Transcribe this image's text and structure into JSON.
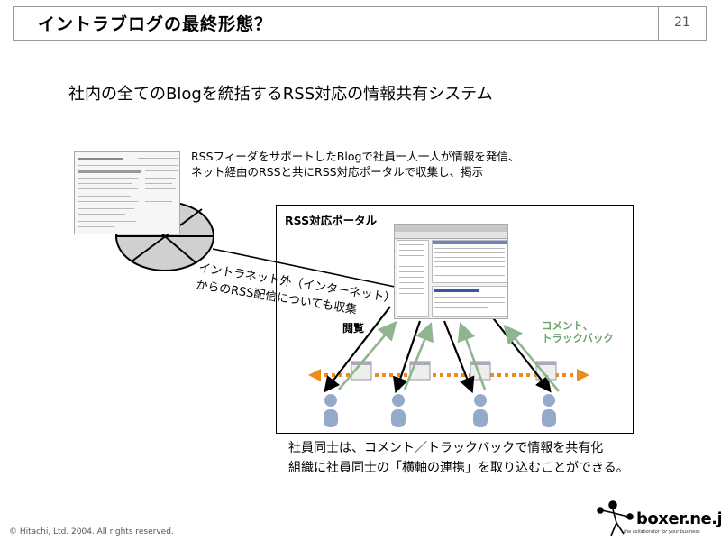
{
  "header": {
    "title": "イントラブログの最終形態？",
    "page_number": "21"
  },
  "subtitle": "社内の全てのBlogを統括するRSS対応の情報共有システム",
  "description": [
    "RSSフィーダをサポートしたBlogで社員一人一人が情報を発信、",
    "ネット経由のRSSと共にRSS対応ポータルで収集し、掲示"
  ],
  "portal": {
    "label": "RSS対応ポータル",
    "view_label": "閲覧",
    "comment_label": [
      "コメント、",
      "トラックバック"
    ]
  },
  "external_note": [
    "イントラネット外（インターネット）",
    "からのRSS配信についても収集"
  ],
  "bottom_text": [
    "社員同士は、コメント／トラックバックで情報を共有化",
    "組織に社員同士の「横軸の連携」を取り込むことができる。"
  ],
  "footer": {
    "copyright": "© Hitachi, Ltd. 2004. All rights reserved.",
    "logo_text": "boxer.ne.jp",
    "logo_tagline": "the collaborator for your business"
  },
  "colors": {
    "green_arrow": "#8fb58f",
    "orange_arrow": "#f08a1c",
    "person": "#95aacb",
    "pie_fill": "#d0d0d0"
  }
}
